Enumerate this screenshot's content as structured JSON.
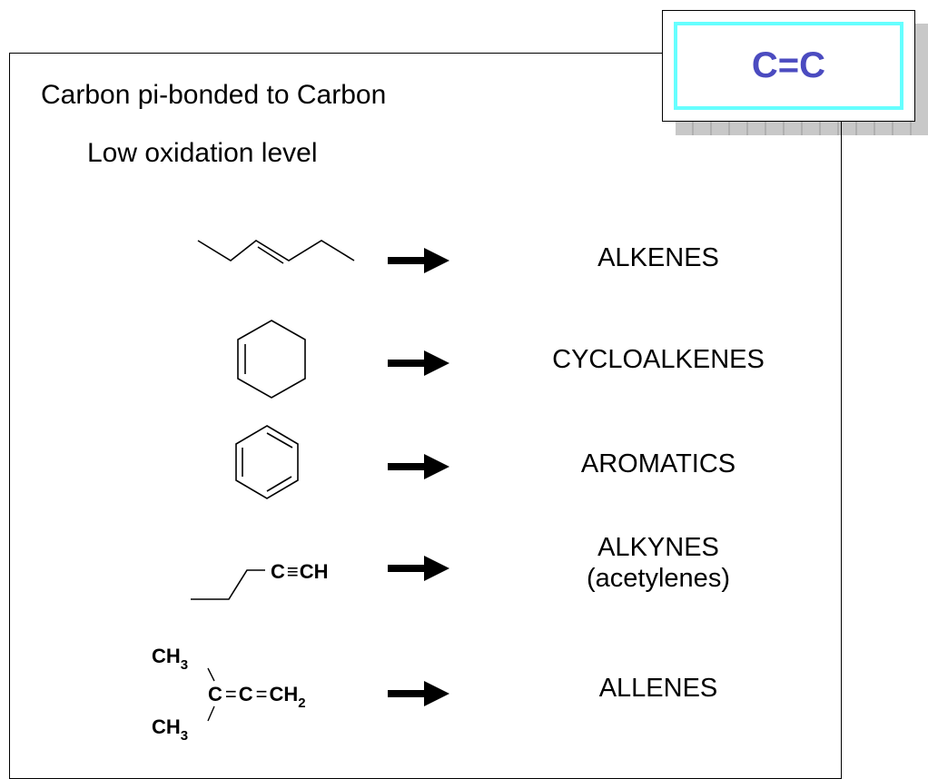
{
  "badge": {
    "label": "C=C"
  },
  "heading": "Carbon pi-bonded to Carbon",
  "subheading": "Low oxidation level",
  "rows": [
    {
      "class_name": "ALKENES",
      "structure": "hex-3-ene skeletal"
    },
    {
      "class_name": "CYCLOALKENES",
      "structure": "cyclohexene skeletal"
    },
    {
      "class_name": "AROMATICS",
      "structure": "benzene ring"
    },
    {
      "class_name": "ALKYNES",
      "class_subname": "(acetylenes)",
      "structure": "pent-1-yne",
      "formula": {
        "c": "C",
        "triple": "≡",
        "ch": "CH"
      }
    },
    {
      "class_name": "ALLENES",
      "structure": "3-methylbuta-1,2-diene",
      "formula": {
        "ch3_top": "CH",
        "ch3_bottom": "CH",
        "sub3": "3",
        "c1": "C",
        "eq1": "=",
        "c2": "C",
        "eq2": "=",
        "ch2": "CH",
        "sub2": "2"
      }
    }
  ],
  "icons": {
    "arrow": "right-arrow-icon"
  },
  "colors": {
    "badge_text": "#4b4bc0",
    "badge_border": "#66ffff",
    "shadow": "#c0c0c0"
  }
}
